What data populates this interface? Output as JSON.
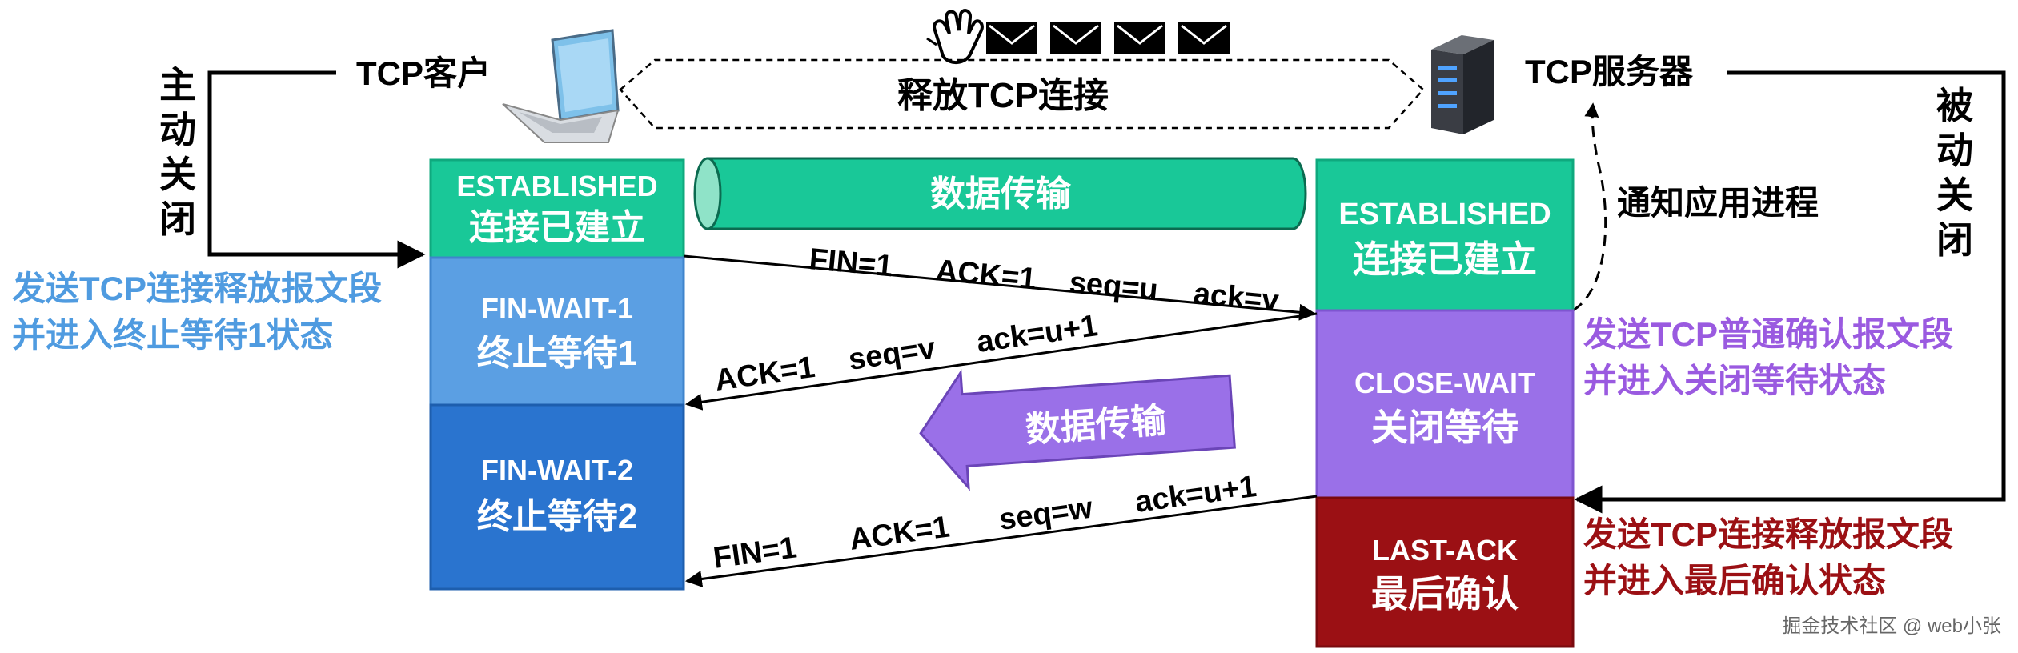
{
  "colors": {
    "established": "#19c898",
    "established_border": "#0fa97e",
    "fin_wait_1": "#5b9fe3",
    "fin_wait_2": "#2a74cf",
    "close_wait": "#9a70e8",
    "last_ack": "#9b1014",
    "client_note": "#4f9be0",
    "server_note_1": "#9a5ae0",
    "server_note_2": "#9b1014",
    "data_pipe": "#19c898",
    "data_arrow": "#9a70e8"
  },
  "icons": {
    "client": "laptop-icon",
    "server": "server-icon",
    "hand": "waving-hand-icon",
    "envelope": "envelope-icon"
  },
  "client": {
    "label": "TCP客户",
    "side_label": [
      "主",
      "动",
      "关",
      "闭"
    ],
    "note_lines": [
      "发送TCP连接释放报文段",
      "并进入终止等待1状态"
    ]
  },
  "server": {
    "label": "TCP服务器",
    "side_label": [
      "被",
      "动",
      "关",
      "闭"
    ],
    "notify": "通知应用进程",
    "note1_lines": [
      "发送TCP普通确认报文段",
      "并进入关闭等待状态"
    ],
    "note2_lines": [
      "发送TCP连接释放报文段",
      "并进入最后确认状态"
    ]
  },
  "release_label": "释放TCP连接",
  "data_transfer_1": "数据传输",
  "data_transfer_2": "数据传输",
  "client_states": [
    {
      "en": "ESTABLISHED",
      "zh": "连接已建立"
    },
    {
      "en": "FIN-WAIT-1",
      "zh": "终止等待1"
    },
    {
      "en": "FIN-WAIT-2",
      "zh": "终止等待2"
    }
  ],
  "server_states": [
    {
      "en": "ESTABLISHED",
      "zh": "连接已建立"
    },
    {
      "en": "CLOSE-WAIT",
      "zh": "关闭等待"
    },
    {
      "en": "LAST-ACK",
      "zh": "最后确认"
    }
  ],
  "messages": [
    {
      "fields": [
        "FIN=1",
        "ACK=1",
        "seq=u",
        "ack=v"
      ]
    },
    {
      "fields": [
        "ACK=1",
        "seq=v",
        "ack=u+1"
      ]
    },
    {
      "fields": [
        "FIN=1",
        "ACK=1",
        "seq=w",
        "ack=u+1"
      ]
    }
  ],
  "watermark": "掘金技术社区 @ web小张"
}
